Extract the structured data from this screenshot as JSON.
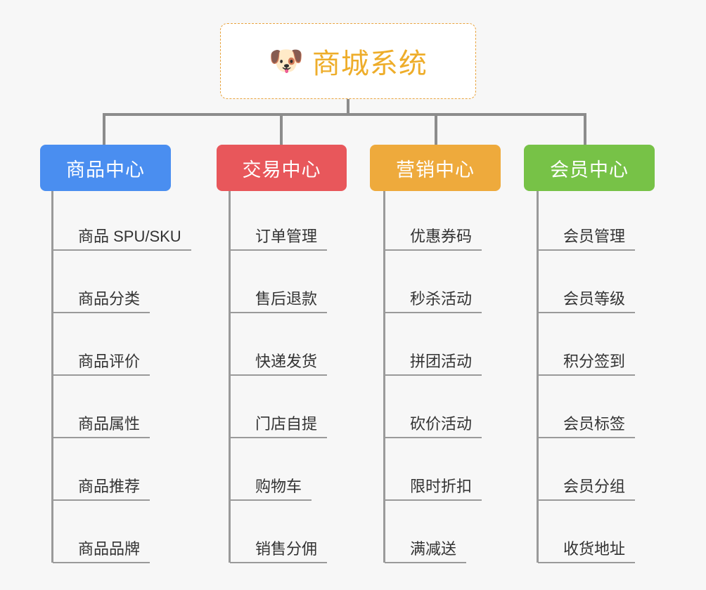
{
  "root": {
    "icon": "shiba-dog-emoji",
    "icon_glyph": "🐶",
    "title": "商城系统",
    "title_color": "#eead2a",
    "border_color": "#e8a33d",
    "background": "#ffffff"
  },
  "canvas": {
    "background": "#f7f7f7",
    "connector_color": "#8c8c8c",
    "leaf_line_color": "#9a9a9a",
    "leaf_text_color": "#333333"
  },
  "categories": [
    {
      "label": "商品中心",
      "color": "#4a8ef0",
      "items": [
        {
          "label": "商品 SPU/SKU"
        },
        {
          "label": "商品分类"
        },
        {
          "label": "商品评价"
        },
        {
          "label": "商品属性"
        },
        {
          "label": "商品推荐"
        },
        {
          "label": "商品品牌"
        }
      ]
    },
    {
      "label": "交易中心",
      "color": "#e8575b",
      "items": [
        {
          "label": "订单管理"
        },
        {
          "label": "售后退款"
        },
        {
          "label": "快递发货"
        },
        {
          "label": "门店自提"
        },
        {
          "label": "购物车"
        },
        {
          "label": "销售分佣"
        }
      ]
    },
    {
      "label": "营销中心",
      "color": "#eeaa3c",
      "items": [
        {
          "label": "优惠券码"
        },
        {
          "label": "秒杀活动"
        },
        {
          "label": "拼团活动"
        },
        {
          "label": "砍价活动"
        },
        {
          "label": "限时折扣"
        },
        {
          "label": "满减送"
        }
      ]
    },
    {
      "label": "会员中心",
      "color": "#77c247",
      "items": [
        {
          "label": "会员管理"
        },
        {
          "label": "会员等级"
        },
        {
          "label": "积分签到"
        },
        {
          "label": "会员标签"
        },
        {
          "label": "会员分组"
        },
        {
          "label": "收货地址"
        }
      ]
    }
  ]
}
